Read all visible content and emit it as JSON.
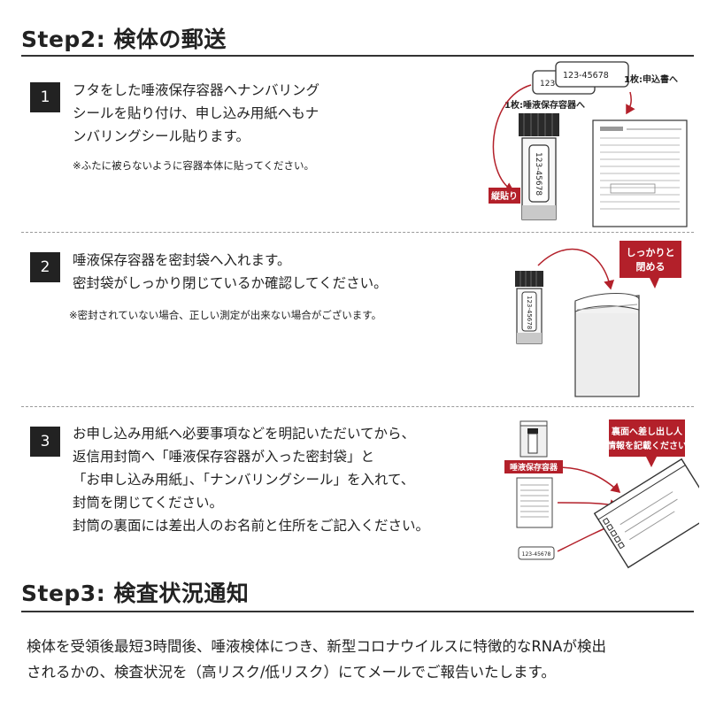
{
  "step2": {
    "title": "Step2: 検体の郵送",
    "items": [
      {
        "number": "1",
        "lines": [
          "フタをした唾液保存容器へナンバリング",
          "シールを貼り付け、申し込み用紙へもナ",
          "ンバリングシール貼ります。"
        ],
        "note": "※ふたに被らないように容器本体に貼ってください。",
        "illustration": {
          "label_number_front": "123-45678",
          "label_number_back": "123",
          "label_container": "1枚:唾液保存容器へ",
          "label_form": "1枚:申込書へ",
          "tube_number": "123-45678",
          "tag_vertical": "縦貼り"
        }
      },
      {
        "number": "2",
        "lines": [
          "唾液保存容器を密封袋へ入れます。",
          "密封袋がしっかり閉じているか確認してください。"
        ],
        "note": "※密封されていない場合、正しい測定が出来ない場合がございます。",
        "illustration": {
          "tube_number": "123-45678",
          "callout_lines": [
            "しっかりと",
            "閉める"
          ]
        }
      },
      {
        "number": "3",
        "lines": [
          "お申し込み用紙へ必要事項などを明記いただいてから、",
          "返信用封筒へ「唾液保存容器が入った密封袋」と",
          "「お申し込み用紙」、「ナンバリングシール」を入れて、",
          "封筒を閉じてください。",
          "封筒の裏面には差出人のお名前と住所をご記入ください。"
        ],
        "illustration": {
          "tag_container": "唾液保存容器",
          "sticker_number": "123-45678",
          "callout_lines": [
            "裏面へ差し出し人",
            "情報を記載ください"
          ]
        }
      }
    ]
  },
  "step3": {
    "title": "Step3: 検査状況通知",
    "lines": [
      "検体を受領後最短3時間後、唾液検体につき、新型コロナウイルスに特徴的なRNAが検出",
      "されるかの、検査状況を（高リスク/低リスク）にてメールでご報告いたします。"
    ]
  },
  "colors": {
    "accent_red": "#b3202a",
    "dark": "#222222",
    "divider_dash": "#9a9a9a"
  }
}
